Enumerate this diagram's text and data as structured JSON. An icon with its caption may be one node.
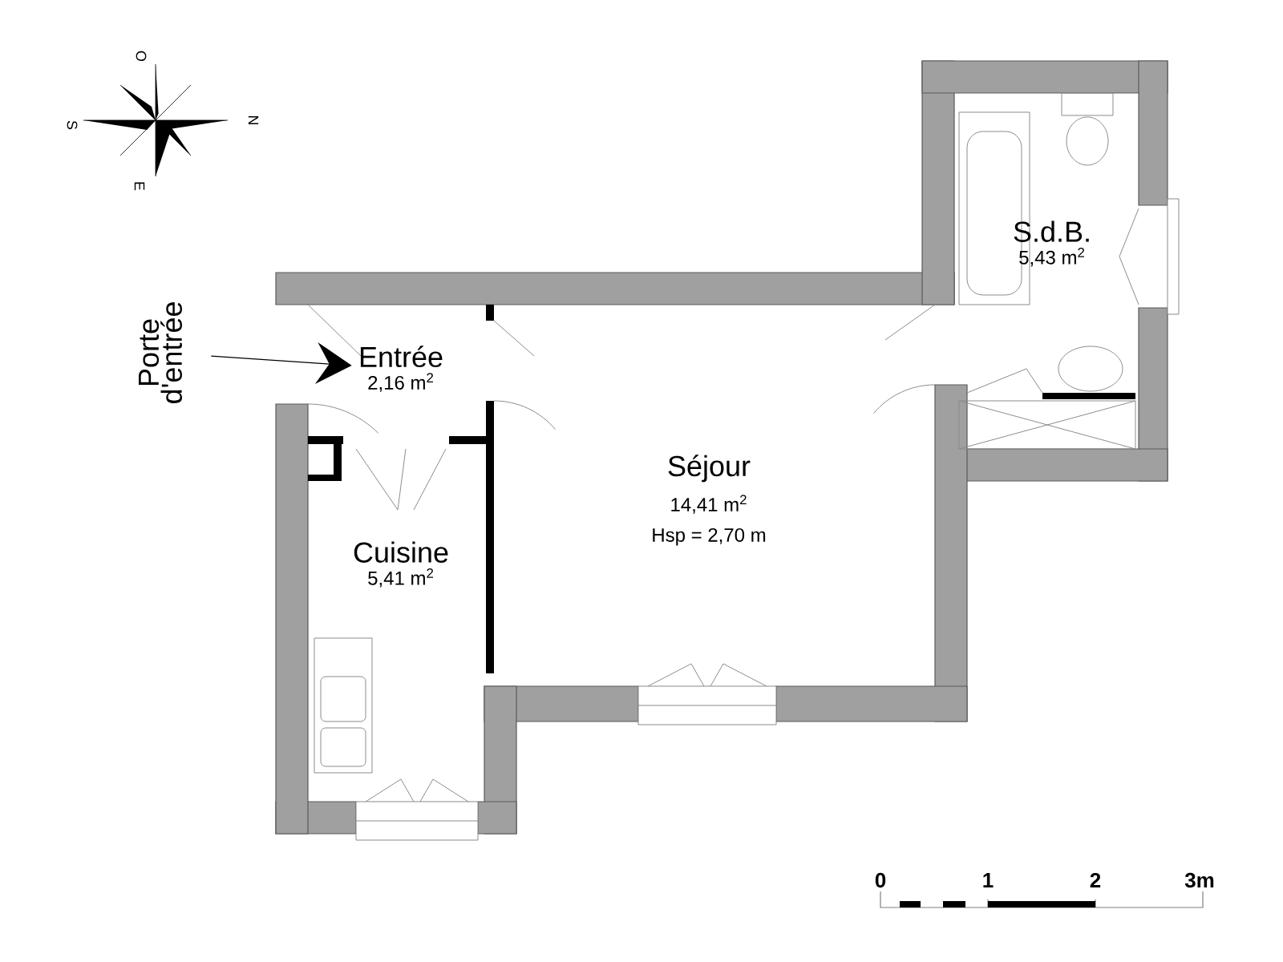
{
  "diagram": {
    "nodes": [
      {
        "text": [
          "S.d.B.",
          "5,43 m$^{2}$"
        ]
      },
      {
        "text": [
          "Porte d'entrée"
        ]
      },
      {
        "text": [
          "Entrée",
          "2,16 m$^{2}$"
        ]
      },
      {
        "text": [
          "Séjour",
          "14,41 m$^{2}$",
          "Hsp = 2,70 m"
        ]
      },
      {
        "text": [
          "Cuisine",
          "5,41 m$^{2}$"
        ]
      }
    ],
    "edges": [
      {
        "from": 1,
        "to": 2,
        "arrow": "to"
      }
    ],
    "labels": [
      "O",
      "S",
      "N",
      "E",
      "0",
      "1",
      "2",
      "3m"
    ]
  }
}
